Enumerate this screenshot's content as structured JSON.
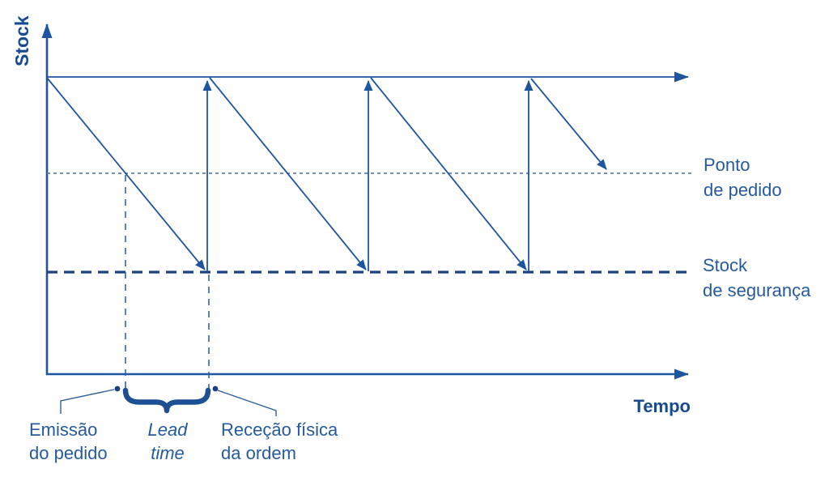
{
  "colors": {
    "line_blue": "#1e559f",
    "navy": "#1c4183",
    "dotted_blue": "#5a7cab",
    "vdash_blue": "#33649f",
    "callout_blue": "#2e5f9a",
    "text_blue": "#265a9e",
    "bold_text_blue": "#174a90",
    "brace_blue": "#1c5093",
    "bg": "#ffffff"
  },
  "axes": {
    "y_label": "Stock",
    "x_label": "Tempo"
  },
  "annotations": {
    "reorder_point": {
      "lines": [
        "Ponto",
        "de pedido"
      ]
    },
    "safety_stock": {
      "lines": [
        "Stock",
        "de segurança"
      ]
    },
    "order_issue": {
      "lines": [
        "Emissão",
        "do pedido"
      ]
    },
    "lead_time": {
      "lines": [
        "Lead",
        "time"
      ]
    },
    "order_reception": {
      "lines": [
        "Receção física",
        "da ordem"
      ]
    }
  },
  "diagram": {
    "type": "inventory-sawtooth",
    "consumption_arrows": 4,
    "replenishment_arrows": 3,
    "horizontal_levels": 3
  }
}
